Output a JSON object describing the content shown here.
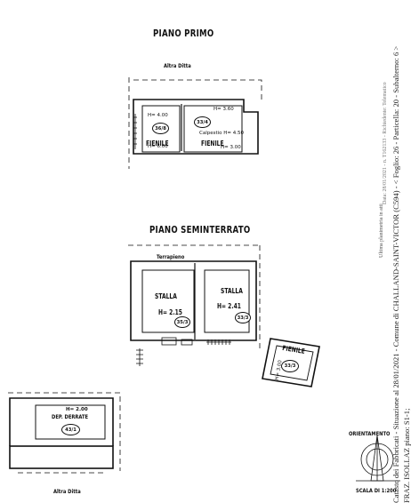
{
  "sheet": {
    "piano_primo": {
      "title": "PIANO PRIMO",
      "top_label": "Altra Ditta",
      "rooms": [
        {
          "name": "FIENILE",
          "height": "H= 4.00",
          "height_bottom": "H= 6.00",
          "sub": "36/8"
        },
        {
          "name": "FIENILE",
          "height": "H= 3.60",
          "calpestio": "Calpestio H= 4.50",
          "height_bottom": "H= 3.00",
          "sub": "33/4"
        }
      ]
    },
    "piano_seminterrato": {
      "title": "PIANO SEMINTERRATO",
      "top_label": "Terrapieno",
      "rooms": [
        {
          "name": "STALLA",
          "height": "H= 2.15",
          "sub": "35/3"
        },
        {
          "name": "STALLA",
          "height": "H= 2.41",
          "sub": "33/3"
        }
      ]
    },
    "detached": [
      {
        "name": "FIENILE",
        "sub": "33/3",
        "side": "H= 3.00"
      },
      {
        "name": "DEP. DERRATE",
        "height": "H= 2.00",
        "sub": "43/1",
        "bottom_label": "Altra Ditta"
      }
    ],
    "orientamento": "ORIENTAMENTO",
    "scala": "SCALA DI 1:200",
    "margin_small": "Ultima planimetria in atti",
    "margin_main": "Data: 28/01/2021 - n. T162133 - Richiedente: Telematico",
    "margin_catasto": "Catasto dei Fabbricati - Situazione al 28/01/2021 - Comune di CHALLAND-SAINT-VICTOR (C594) - < Foglio: 26 - Particella: 20 - Subalterno: 6 >",
    "margin_address": "FRAZ. ISOLLAZ piano: S1-1;"
  }
}
